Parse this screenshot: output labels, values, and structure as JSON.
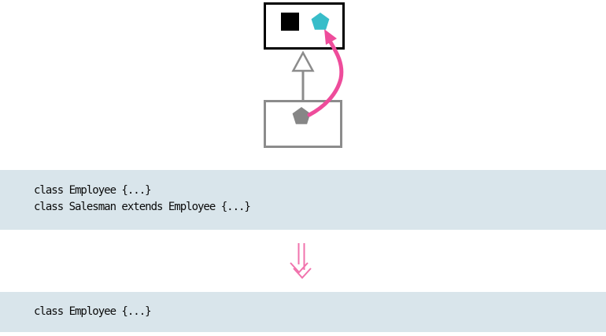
{
  "colors": {
    "band_background": "#d9e5eb",
    "arrow_pink": "#ee4c9b",
    "double_arrow_pink": "#f173ad",
    "pentagon_teal": "#38bdc9",
    "box_gray": "#8c8c8c",
    "pentagon_gray": "#868686",
    "box_black": "#000000",
    "square_black": "#000000",
    "triangle_fill": "#ffffff",
    "code_text": "#0a0a0a"
  },
  "diagram": {
    "superclass_box_shapes": [
      "black-square",
      "teal-pentagon"
    ],
    "subclass_box_shapes": [
      "gray-pentagon"
    ],
    "arrows": [
      "inheritance-arrow",
      "pull-up-member-arrow",
      "transform-double-down-arrow"
    ]
  },
  "code_before": {
    "lines": [
      "class Employee {...}",
      "class Salesman extends Employee {...}"
    ]
  },
  "code_after": {
    "lines": [
      "class Employee {...}"
    ]
  }
}
